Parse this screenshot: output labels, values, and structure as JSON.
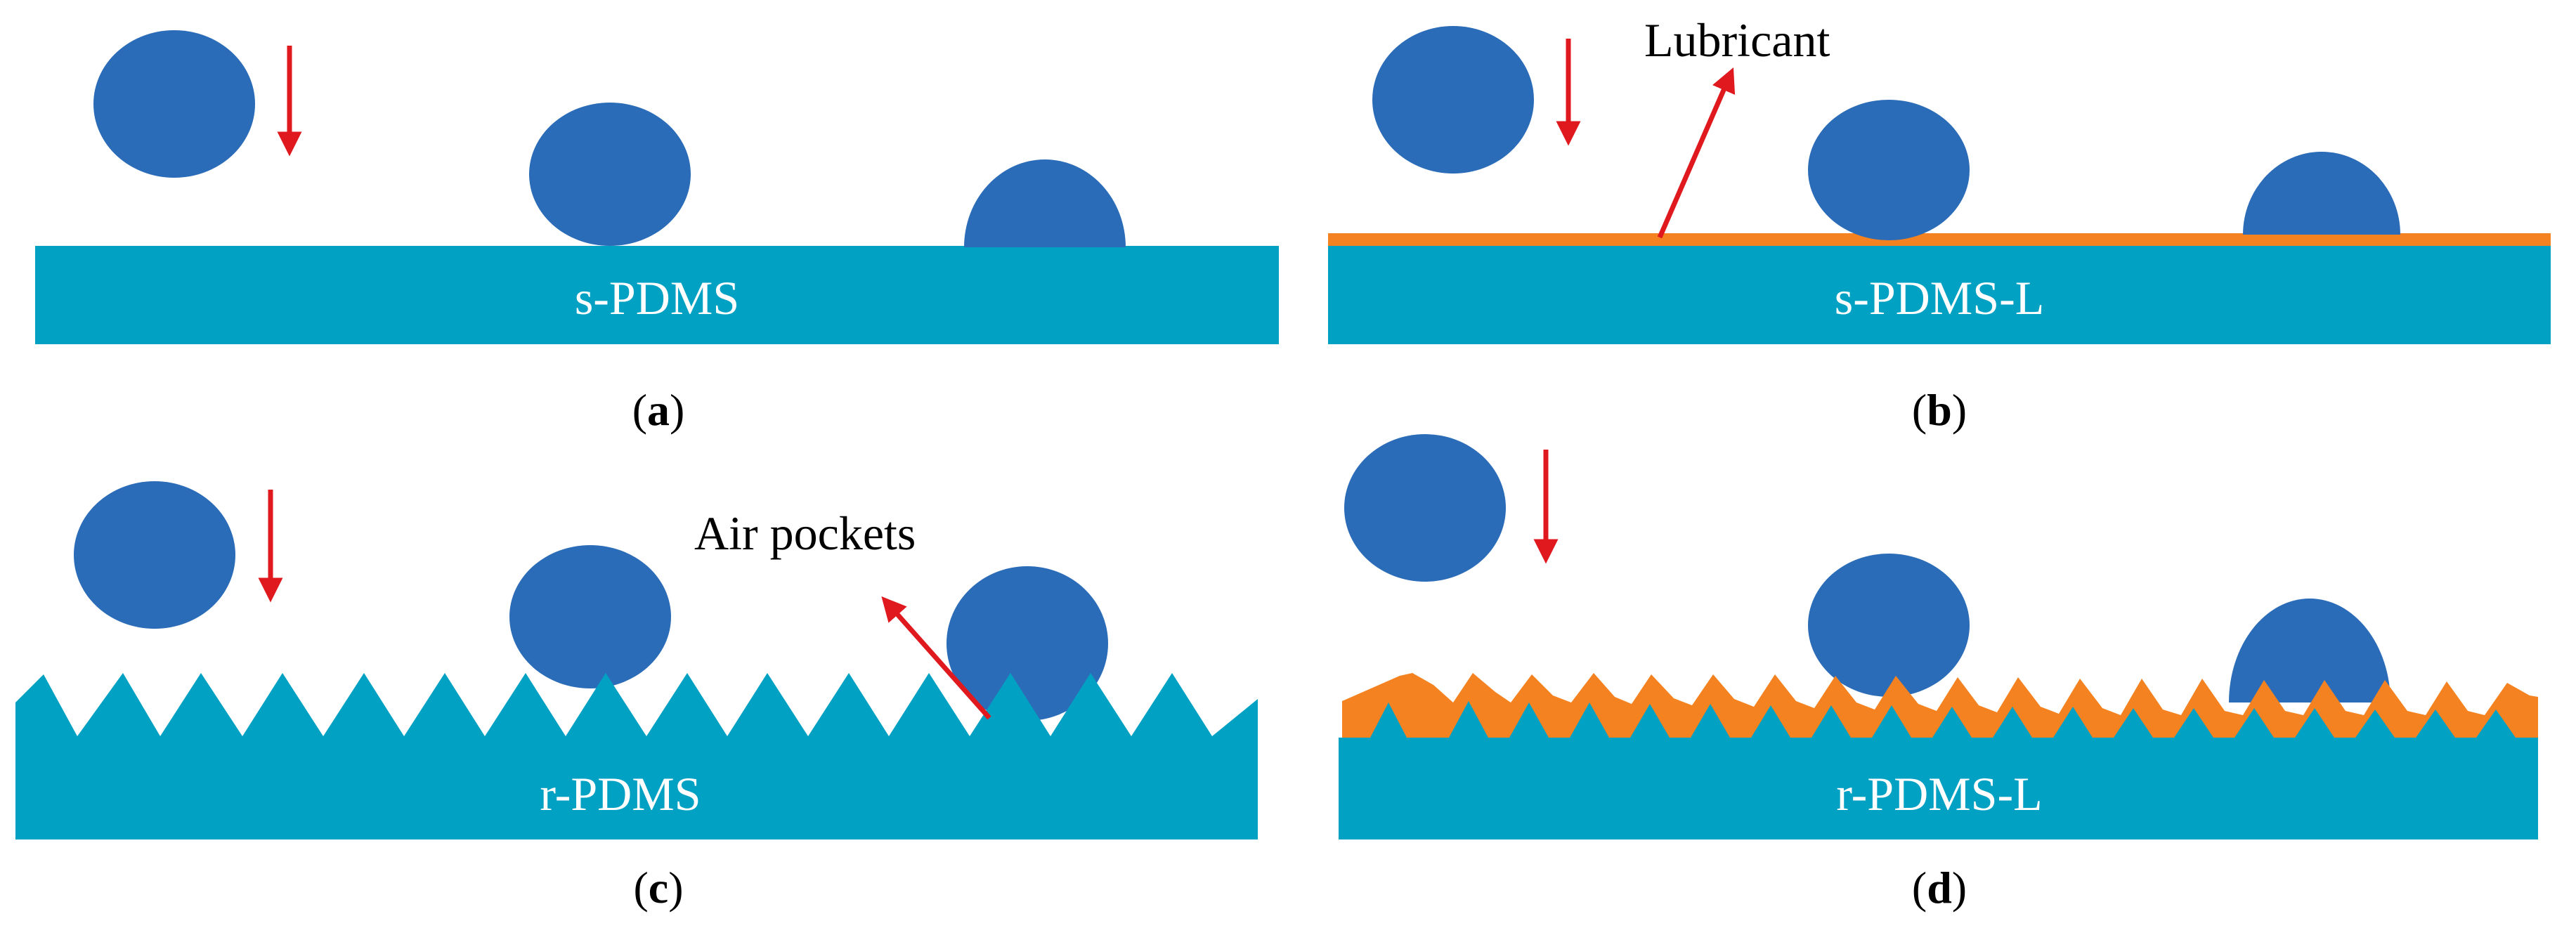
{
  "colors": {
    "droplet": "#2B6CB8",
    "substrate": "#00A1C3",
    "lubricant": "#F58220",
    "arrow": "#E0191E",
    "text": "#000000",
    "background": "#FFFFFF"
  },
  "panels": {
    "a": {
      "substrate_label": "s-PDMS",
      "caption_letter": "a"
    },
    "b": {
      "substrate_label": "s-PDMS-L",
      "caption_letter": "b",
      "annotation": "Lubricant"
    },
    "c": {
      "substrate_label": "r-PDMS",
      "caption_letter": "c",
      "annotation": "Air pockets"
    },
    "d": {
      "substrate_label": "r-PDMS-L",
      "caption_letter": "d"
    }
  },
  "caption_parens": {
    "open": "(",
    "close": ")"
  }
}
